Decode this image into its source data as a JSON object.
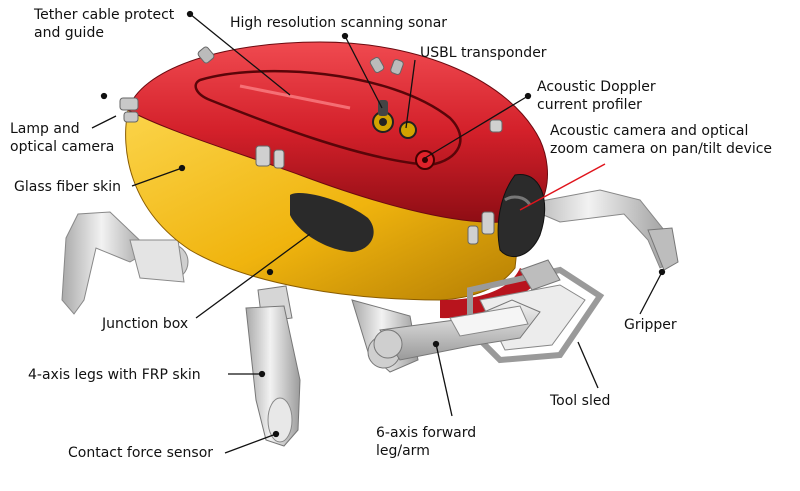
{
  "colors": {
    "hull_top": "#d3202a",
    "hull_side": "#f0b40e",
    "frame": "#d8d8d8",
    "leader": "#111111",
    "laser": "#e0141c"
  },
  "labels": {
    "tether": [
      "Tether cable protect",
      "and guide"
    ],
    "sonar": [
      "High resolution scanning sonar"
    ],
    "usbl": [
      "USBL transponder"
    ],
    "adcp": [
      "Acoustic Doppler",
      "current profiler"
    ],
    "lamp": [
      "Lamp and",
      "optical camera"
    ],
    "acoustic_cam": [
      "Acoustic camera and optical",
      "zoom camera on pan/tilt device"
    ],
    "glass": [
      "Glass fiber skin"
    ],
    "junction": [
      "Junction box"
    ],
    "gripper": [
      "Gripper"
    ],
    "legs": [
      "4-axis legs with FRP skin"
    ],
    "sled": [
      "Tool sled"
    ],
    "forward_leg": [
      "6-axis forward",
      "leg/arm"
    ],
    "force": [
      "Contact force sensor"
    ]
  }
}
